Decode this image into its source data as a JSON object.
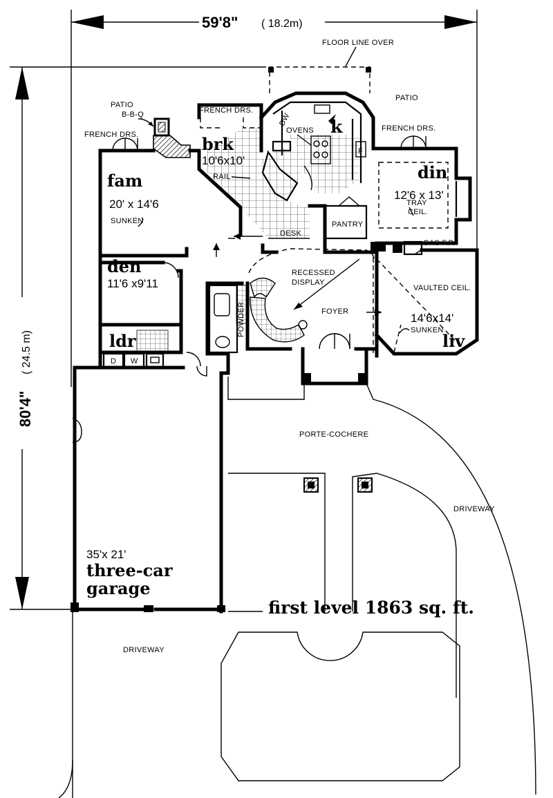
{
  "dimensions": {
    "width_main": "59'8\"",
    "width_metric": "( 18.2m)",
    "depth_main": "80'4\"",
    "depth_metric": "( 24.5 m)"
  },
  "annotations": {
    "floor_line_over": "FLOOR LINE OVER",
    "patio_right": "PATIO",
    "patio_left": "PATIO",
    "bbq": "B-B-Q",
    "french_doors_fam": "FRENCH DRS.",
    "french_doors_brk": "FRENCH DRS.",
    "french_doors_din": "FRENCH DRS.",
    "dw": "DW",
    "ovens": "OVENS",
    "fridge": "F",
    "rail": "RAIL",
    "sunken_fam": "SUNKEN",
    "tray_ceil_1": "TRAY",
    "tray_ceil_2": "CEIL.",
    "desk": "DESK",
    "pantry": "PANTRY",
    "gas_fp": "GAS F.P.",
    "recessed_display_1": "RECESSED",
    "recessed_display_2": "DISPLAY",
    "vaulted_ceil": "VAULTED CEIL.",
    "powder": "POWDER",
    "foyer": "FOYER",
    "sunken_liv": "SUNKEN",
    "dryer": "D",
    "washer": "W",
    "porte_cochere": "PORTE-COCHERE",
    "driveway_right": "DRIVEWAY",
    "driveway_left": "DRIVEWAY"
  },
  "rooms": {
    "fam": {
      "name": "fam",
      "size": "20' x 14'6"
    },
    "brk": {
      "name": "brk",
      "size": "10'6x10'"
    },
    "k": {
      "name": "k"
    },
    "din": {
      "name": "din",
      "size": "12'6 x 13'"
    },
    "den": {
      "name": "den",
      "size": "11'6 x9'11"
    },
    "ldr": {
      "name": "ldr"
    },
    "liv": {
      "name": "liv",
      "size": "14'6x14'"
    },
    "garage": {
      "size": "35'x 21'",
      "name_line1": "three-car",
      "name_line2": "garage"
    }
  },
  "level_label": "first level 1863 sq. ft."
}
